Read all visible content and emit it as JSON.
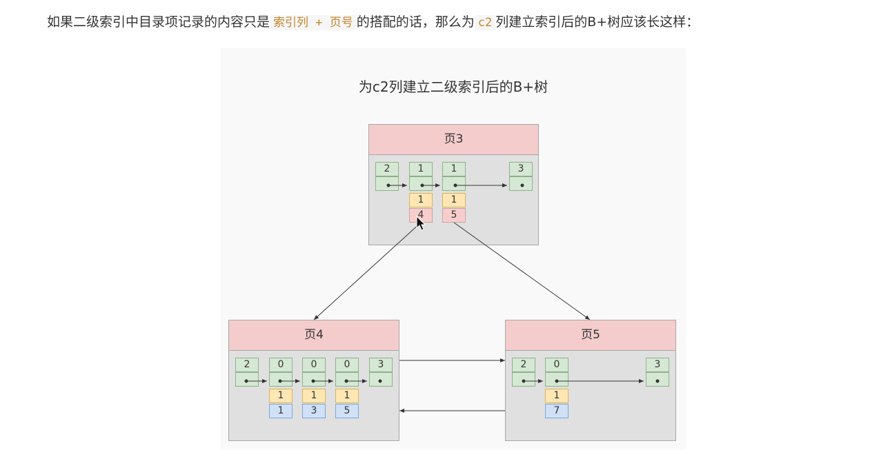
{
  "intro": {
    "part1": "如果二级索引中目录项记录的内容只是",
    "code1": "索引列 + 页号",
    "part2": "的搭配的话，那么为",
    "code2": "c2",
    "part3": "列建立索引后的B+树应该长这样："
  },
  "figure": {
    "title": "为c2列建立二级索引后的B+树",
    "pages": {
      "page3": {
        "label": "页3",
        "records": [
          {
            "key": "2"
          },
          {
            "key": "1",
            "c2": "1",
            "page": "4"
          },
          {
            "key": "1",
            "c2": "1",
            "page": "5"
          },
          {
            "key": "3"
          }
        ]
      },
      "page4": {
        "label": "页4",
        "records": [
          {
            "key": "2"
          },
          {
            "key": "0",
            "c2": "1",
            "pk": "1"
          },
          {
            "key": "0",
            "c2": "1",
            "pk": "3"
          },
          {
            "key": "0",
            "c2": "1",
            "pk": "5"
          },
          {
            "key": "3"
          }
        ]
      },
      "page5": {
        "label": "页5",
        "records": [
          {
            "key": "2"
          },
          {
            "key": "0",
            "c2": "1",
            "pk": "7"
          },
          {
            "key": "3"
          }
        ]
      }
    },
    "colors": {
      "header": "#f4cccc",
      "record_header": "#d5e8d4",
      "c2_value": "#ffe6b3",
      "page_number": "#f8cecc",
      "primary_key": "#cfe0f7"
    }
  }
}
